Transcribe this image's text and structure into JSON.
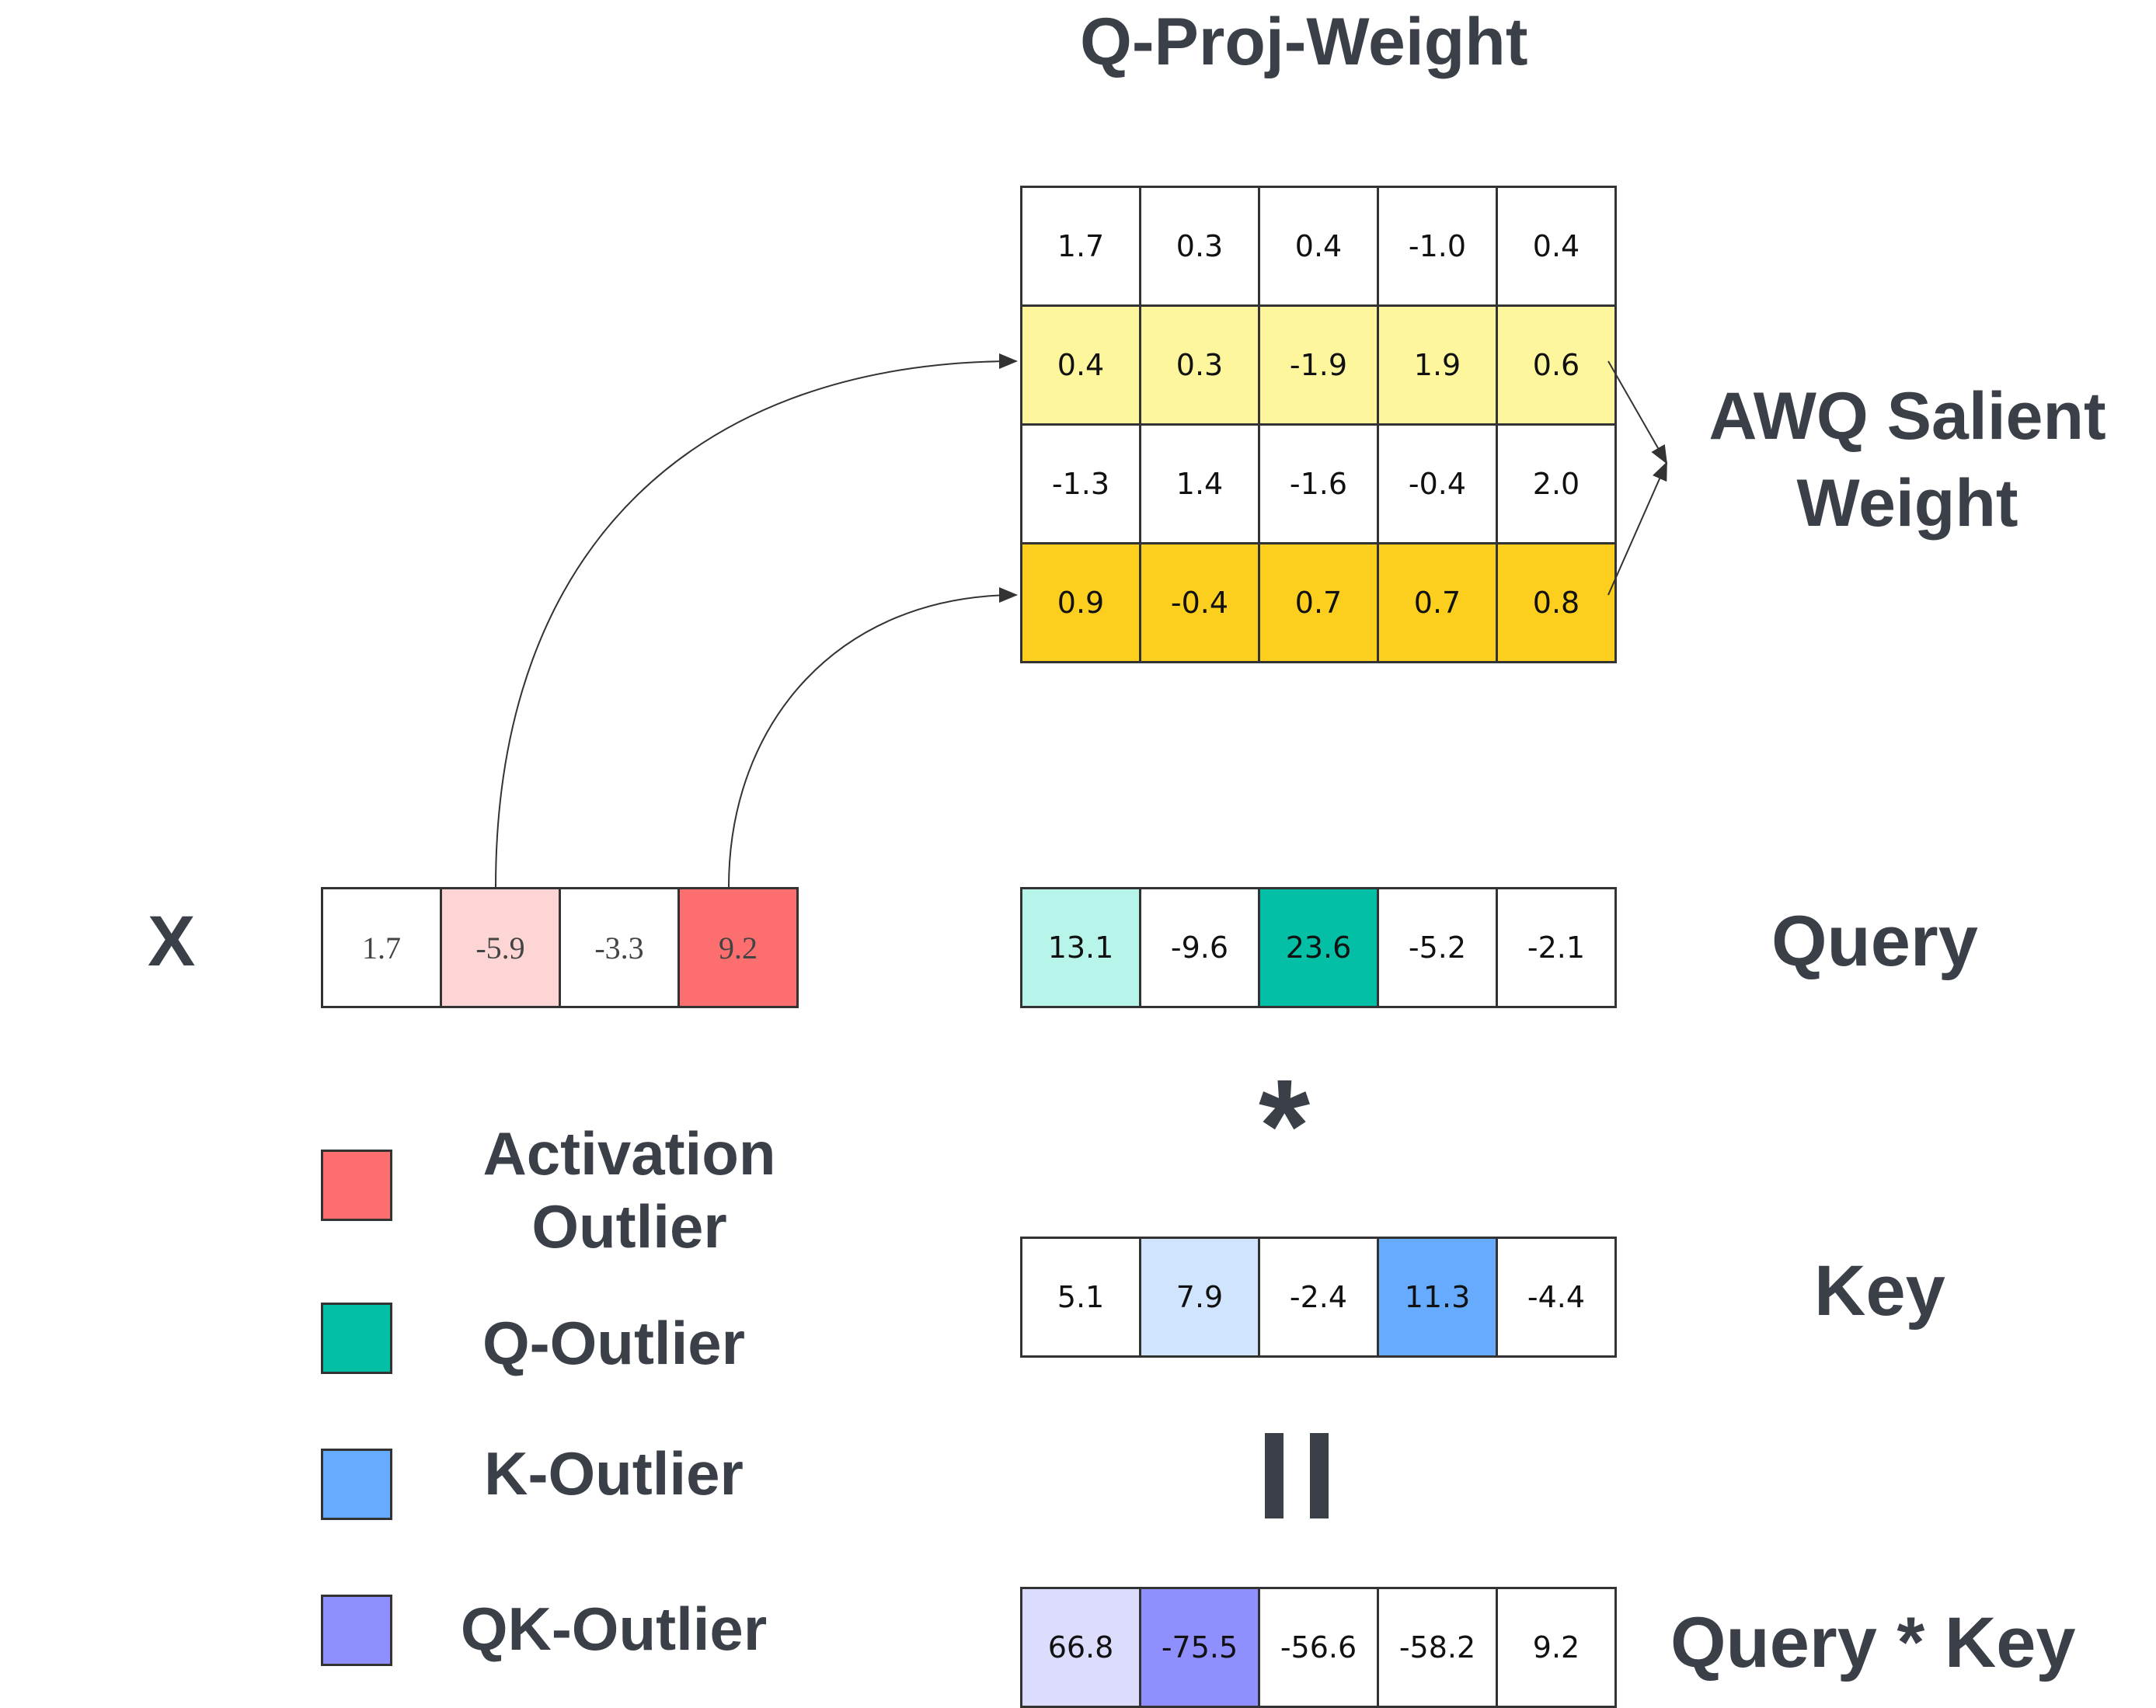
{
  "weight": {
    "title": "Q-Proj-Weight",
    "rows": [
      [
        "1.7",
        "0.3",
        "0.4",
        "-1.0",
        "0.4"
      ],
      [
        "0.4",
        "0.3",
        "-1.9",
        "1.9",
        "0.6"
      ],
      [
        "-1.3",
        "1.4",
        "-1.6",
        "-0.4",
        "2.0"
      ],
      [
        "0.9",
        "-0.4",
        "0.7",
        "0.7",
        "0.8"
      ]
    ],
    "row_colors": [
      "#ffffff",
      "#fef69c",
      "#ffffff",
      "#fccf1e"
    ]
  },
  "awq_label": {
    "line1": "AWQ Salient",
    "line2": "Weight"
  },
  "x": {
    "label": "X",
    "values": [
      "1.7",
      "-5.9",
      "-3.3",
      "9.2"
    ],
    "colors": [
      "#ffffff",
      "#fed5d5",
      "#ffffff",
      "#fd6e6e"
    ]
  },
  "query": {
    "label": "Query",
    "values": [
      "13.1",
      "-9.6",
      "23.6",
      "-5.2",
      "-2.1"
    ],
    "colors": [
      "#b7f4e9",
      "#ffffff",
      "#02bfa5",
      "#ffffff",
      "#ffffff"
    ]
  },
  "multiply_symbol": "*",
  "key": {
    "label": "Key",
    "values": [
      "5.1",
      "7.9",
      "-2.4",
      "11.3",
      "-4.4"
    ],
    "colors": [
      "#ffffff",
      "#d1e4fd",
      "#ffffff",
      "#67abfe",
      "#ffffff"
    ]
  },
  "equals_symbol": "=",
  "qk": {
    "label": "Query * Key",
    "values": [
      "66.8",
      "-75.5",
      "-56.6",
      "-58.2",
      "9.2"
    ],
    "colors": [
      "#dcdcfd",
      "#8f8ffd",
      "#ffffff",
      "#ffffff",
      "#ffffff"
    ]
  },
  "legend": [
    {
      "line1": "Activation",
      "line2": "Outlier",
      "color": "#fd6e6e"
    },
    {
      "line1": "Q-Outlier",
      "line2": "",
      "color": "#02bfa5"
    },
    {
      "line1": "K-Outlier",
      "line2": "",
      "color": "#67abfe"
    },
    {
      "line1": "QK-Outlier",
      "line2": "",
      "color": "#8f8ffd"
    }
  ]
}
